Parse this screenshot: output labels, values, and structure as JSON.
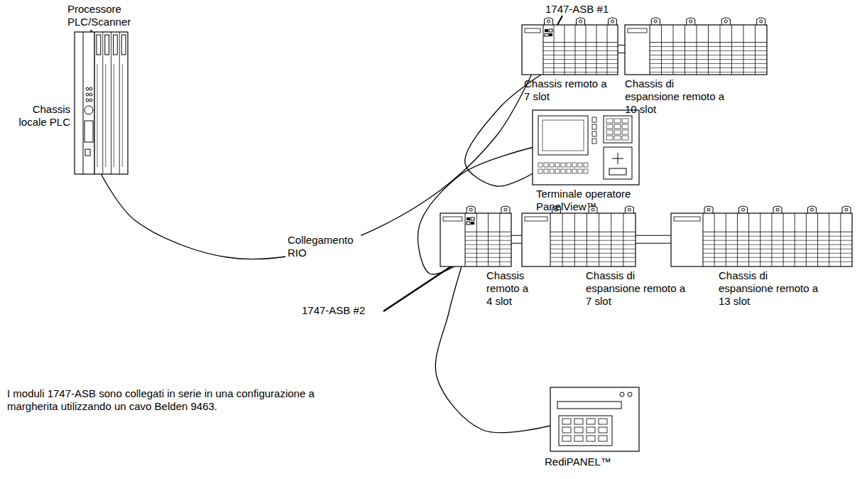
{
  "diagram": {
    "nodes": [
      {
        "text": [
          "Chassis locale PLC"
        ]
      },
      {
        "text": [
          "Chassis remoto a 7 slot"
        ]
      },
      {
        "text": [
          "Chassis di espansione remoto a 10 slot"
        ]
      },
      {
        "text": [
          "Terminale operatore PanelView™"
        ]
      },
      {
        "text": [
          "Chassis remoto a 4 slot"
        ]
      },
      {
        "text": [
          "Chassis di espansione remoto a 7 slot"
        ]
      },
      {
        "text": [
          "Chassis di espansione remoto a 13 slot"
        ]
      },
      {
        "text": [
          "RediPANEL™"
        ]
      }
    ],
    "edges": [
      {
        "from": 0,
        "to": 1,
        "label": "Collegamento RIO",
        "arrow": "none"
      },
      {
        "from": 1,
        "to": 2,
        "arrow": "none"
      },
      {
        "from": 1,
        "to": 3,
        "arrow": "none"
      },
      {
        "from": 3,
        "to": 4,
        "arrow": "none"
      },
      {
        "from": 4,
        "to": 5,
        "arrow": "none"
      },
      {
        "from": 5,
        "to": 6,
        "arrow": "none"
      },
      {
        "from": 4,
        "to": 7,
        "arrow": "none"
      }
    ],
    "labels": [
      "Processore PLC/Scanner",
      "1747-ASB #1",
      "1747-ASB #2",
      "I moduli 1747-ASB sono collegati in serie in una configurazione a margherita utilizzando un cavo Belden 9463."
    ]
  }
}
